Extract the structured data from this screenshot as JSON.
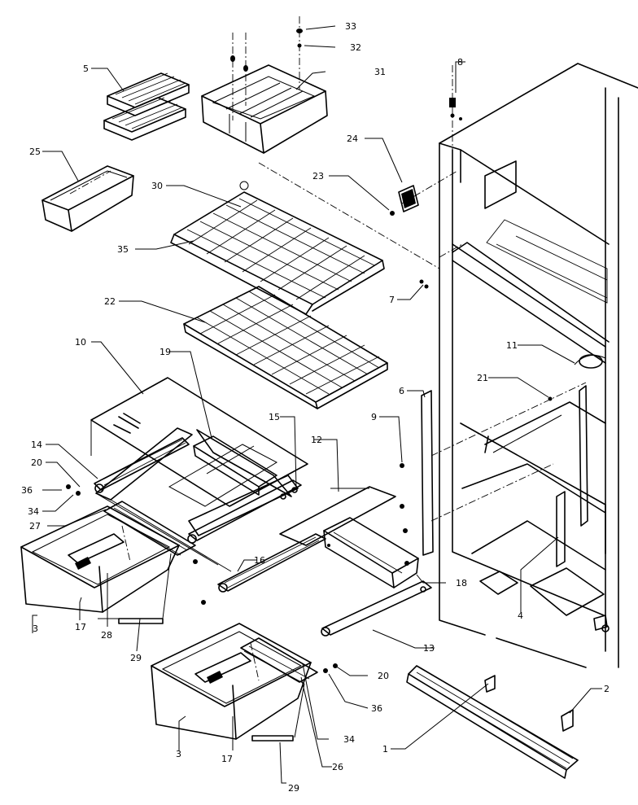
{
  "diagram": {
    "callouts": [
      {
        "num": "1"
      },
      {
        "num": "2"
      },
      {
        "num": "3"
      },
      {
        "num": "3"
      },
      {
        "num": "4"
      },
      {
        "num": "5"
      },
      {
        "num": "6"
      },
      {
        "num": "7"
      },
      {
        "num": "8"
      },
      {
        "num": "9"
      },
      {
        "num": "10"
      },
      {
        "num": "11"
      },
      {
        "num": "12"
      },
      {
        "num": "13"
      },
      {
        "num": "14"
      },
      {
        "num": "15"
      },
      {
        "num": "16"
      },
      {
        "num": "17"
      },
      {
        "num": "17"
      },
      {
        "num": "18"
      },
      {
        "num": "19"
      },
      {
        "num": "20"
      },
      {
        "num": "20"
      },
      {
        "num": "21"
      },
      {
        "num": "22"
      },
      {
        "num": "23"
      },
      {
        "num": "24"
      },
      {
        "num": "25"
      },
      {
        "num": "26"
      },
      {
        "num": "27"
      },
      {
        "num": "28"
      },
      {
        "num": "29"
      },
      {
        "num": "29"
      },
      {
        "num": "30"
      },
      {
        "num": "31"
      },
      {
        "num": "32"
      },
      {
        "num": "33"
      },
      {
        "num": "34"
      },
      {
        "num": "34"
      },
      {
        "num": "35"
      },
      {
        "num": "36"
      },
      {
        "num": "36"
      }
    ]
  }
}
